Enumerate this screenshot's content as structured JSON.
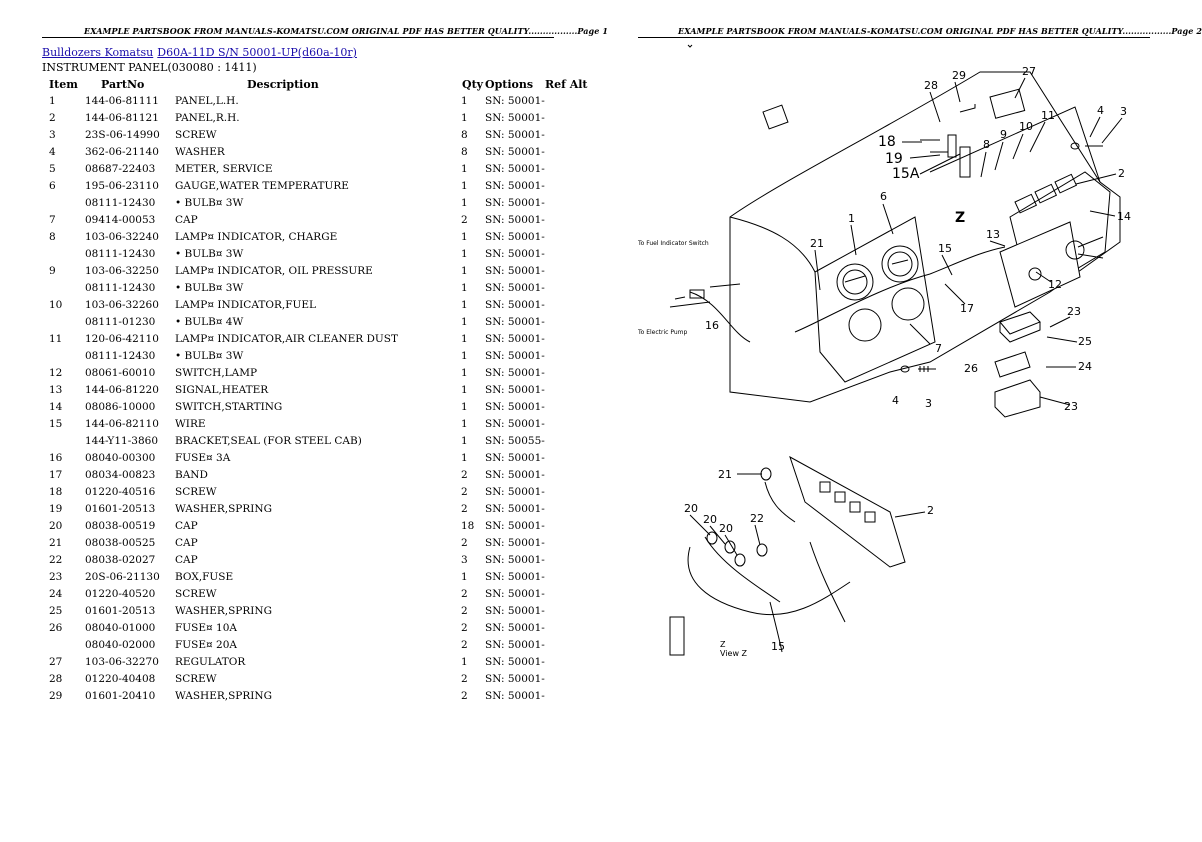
{
  "header_left": "EXAMPLE PARTSBOOK FROM MANUALS-KOMATSU.COM ORIGINAL PDF HAS BETTER QUALITY.................Page 1",
  "header_right": "EXAMPLE PARTSBOOK FROM MANUALS-KOMATSU.COM ORIGINAL PDF HAS BETTER QUALITY.................Page 2",
  "breadcrumb": {
    "link1": "Bulldozers Komatsu",
    "link2": "D60A-11D S/N 50001-UP(d60a-10r)"
  },
  "group_title": "INSTRUMENT PANEL(030080 : 1411)",
  "columns": [
    "Item",
    "PartNo",
    "Description",
    "Qty",
    "Options",
    "Ref Alt"
  ],
  "rows": [
    [
      "1",
      "144-06-81111",
      "PANEL,L.H.",
      "1",
      "SN: 50001-",
      ""
    ],
    [
      "2",
      "144-06-81121",
      "PANEL,R.H.",
      "1",
      "SN: 50001-",
      ""
    ],
    [
      "3",
      "23S-06-14990",
      "SCREW",
      "8",
      "SN: 50001-",
      ""
    ],
    [
      "4",
      "362-06-21140",
      "WASHER",
      "8",
      "SN: 50001-",
      ""
    ],
    [
      "5",
      "08687-22403",
      "METER, SERVICE",
      "1",
      "SN: 50001-",
      ""
    ],
    [
      "6",
      "195-06-23110",
      "GAUGE,WATER TEMPERATURE",
      "1",
      "SN: 50001-",
      ""
    ],
    [
      "",
      "08111-12430",
      "• BULB¤ 3W",
      "1",
      "SN: 50001-",
      ""
    ],
    [
      "7",
      "09414-00053",
      "CAP",
      "2",
      "SN: 50001-",
      ""
    ],
    [
      "8",
      "103-06-32240",
      "LAMP¤ INDICATOR, CHARGE",
      "1",
      "SN: 50001-",
      ""
    ],
    [
      "",
      "08111-12430",
      "• BULB¤ 3W",
      "1",
      "SN: 50001-",
      ""
    ],
    [
      "9",
      "103-06-32250",
      "LAMP¤ INDICATOR, OIL PRESSURE",
      "1",
      "SN: 50001-",
      ""
    ],
    [
      "",
      "08111-12430",
      "• BULB¤ 3W",
      "1",
      "SN: 50001-",
      ""
    ],
    [
      "10",
      "103-06-32260",
      "LAMP¤ INDICATOR,FUEL",
      "1",
      "SN: 50001-",
      ""
    ],
    [
      "",
      "08111-01230",
      "• BULB¤ 4W",
      "1",
      "SN: 50001-",
      ""
    ],
    [
      "11",
      "120-06-42110",
      "LAMP¤ INDICATOR,AIR CLEANER DUST",
      "1",
      "SN: 50001-",
      ""
    ],
    [
      "",
      "08111-12430",
      "• BULB¤ 3W",
      "1",
      "SN: 50001-",
      ""
    ],
    [
      "12",
      "08061-60010",
      "SWITCH,LAMP",
      "1",
      "SN: 50001-",
      ""
    ],
    [
      "13",
      "144-06-81220",
      "SIGNAL,HEATER",
      "1",
      "SN: 50001-",
      ""
    ],
    [
      "14",
      "08086-10000",
      "SWITCH,STARTING",
      "1",
      "SN: 50001-",
      ""
    ],
    [
      "15",
      "144-06-82110",
      "WIRE",
      "1",
      "SN: 50001-",
      ""
    ],
    [
      "",
      "144-Y11-3860",
      "BRACKET,SEAL (FOR STEEL CAB)",
      "1",
      "SN: 50055-",
      ""
    ],
    [
      "16",
      "08040-00300",
      "FUSE¤ 3A",
      "1",
      "SN: 50001-",
      ""
    ],
    [
      "17",
      "08034-00823",
      "BAND",
      "2",
      "SN: 50001-",
      ""
    ],
    [
      "18",
      "01220-40516",
      "SCREW",
      "2",
      "SN: 50001-",
      ""
    ],
    [
      "19",
      "01601-20513",
      "WASHER,SPRING",
      "2",
      "SN: 50001-",
      ""
    ],
    [
      "20",
      "08038-00519",
      "CAP",
      "18",
      "SN: 50001-",
      ""
    ],
    [
      "21",
      "08038-00525",
      "CAP",
      "2",
      "SN: 50001-",
      ""
    ],
    [
      "22",
      "08038-02027",
      "CAP",
      "3",
      "SN: 50001-",
      ""
    ],
    [
      "23",
      "20S-06-21130",
      "BOX,FUSE",
      "1",
      "SN: 50001-",
      ""
    ],
    [
      "24",
      "01220-40520",
      "SCREW",
      "2",
      "SN: 50001-",
      ""
    ],
    [
      "25",
      "01601-20513",
      "WASHER,SPRING",
      "2",
      "SN: 50001-",
      ""
    ],
    [
      "26",
      "08040-01000",
      "FUSE¤ 10A",
      "2",
      "SN: 50001-",
      ""
    ],
    [
      "",
      "08040-02000",
      "FUSE¤ 20A",
      "2",
      "SN: 50001-",
      ""
    ],
    [
      "27",
      "103-06-32270",
      "REGULATOR",
      "1",
      "SN: 50001-",
      ""
    ],
    [
      "28",
      "01220-40408",
      "SCREW",
      "2",
      "SN: 50001-",
      ""
    ],
    [
      "29",
      "01601-20410",
      "WASHER,SPRING",
      "2",
      "SN: 50001-",
      ""
    ]
  ],
  "diagram": {
    "callouts": [
      "29",
      "28",
      "27",
      "4",
      "3",
      "18",
      "19",
      "15A",
      "11",
      "10",
      "9",
      "8",
      "2",
      "Z",
      "14",
      "1",
      "6",
      "21",
      "15",
      "13",
      "12",
      "16",
      "17",
      "23",
      "25",
      "26",
      "24",
      "23",
      "7",
      "4",
      "3",
      "21",
      "20",
      "20",
      "20",
      "22",
      "2",
      "15"
    ],
    "text_notes": [
      "To Fuel Indicator Switch",
      "To Electric Pump",
      "Z",
      "View Z"
    ]
  }
}
